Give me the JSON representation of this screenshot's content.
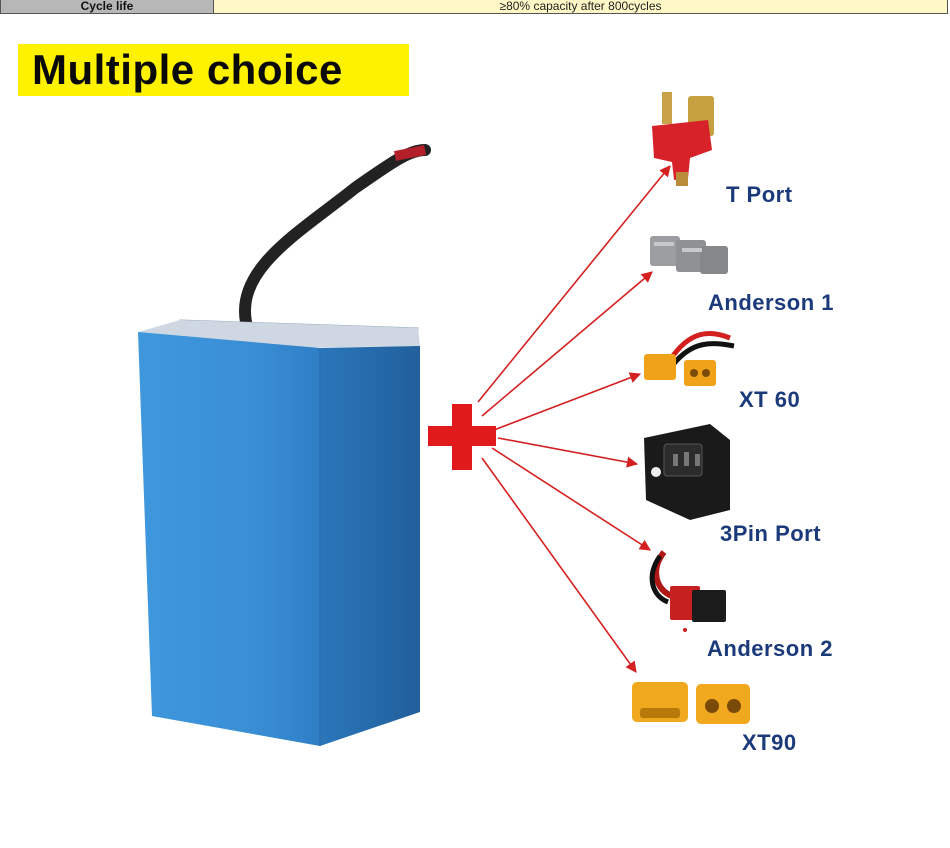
{
  "spec": {
    "key": "Cycle life",
    "value": "≥80% capacity after 800cycles"
  },
  "headline": "Multiple choice",
  "colors": {
    "battery": "#3a8fd6",
    "plus": "#e0191b",
    "arrow": "#d42020",
    "headline_bg": "#fff200",
    "label": "#1b3a7a"
  },
  "options": [
    {
      "label": "T Port",
      "icon": "t-plug-connector"
    },
    {
      "label": "Anderson 1",
      "icon": "anderson-gray-connector"
    },
    {
      "label": "XT 60",
      "icon": "xt60-connector-pair"
    },
    {
      "label": "3Pin Port",
      "icon": "iec-3pin-socket"
    },
    {
      "label": "Anderson 2",
      "icon": "anderson-red-black-connector"
    },
    {
      "label": "XT90",
      "icon": "xt90-connector-pair"
    }
  ]
}
